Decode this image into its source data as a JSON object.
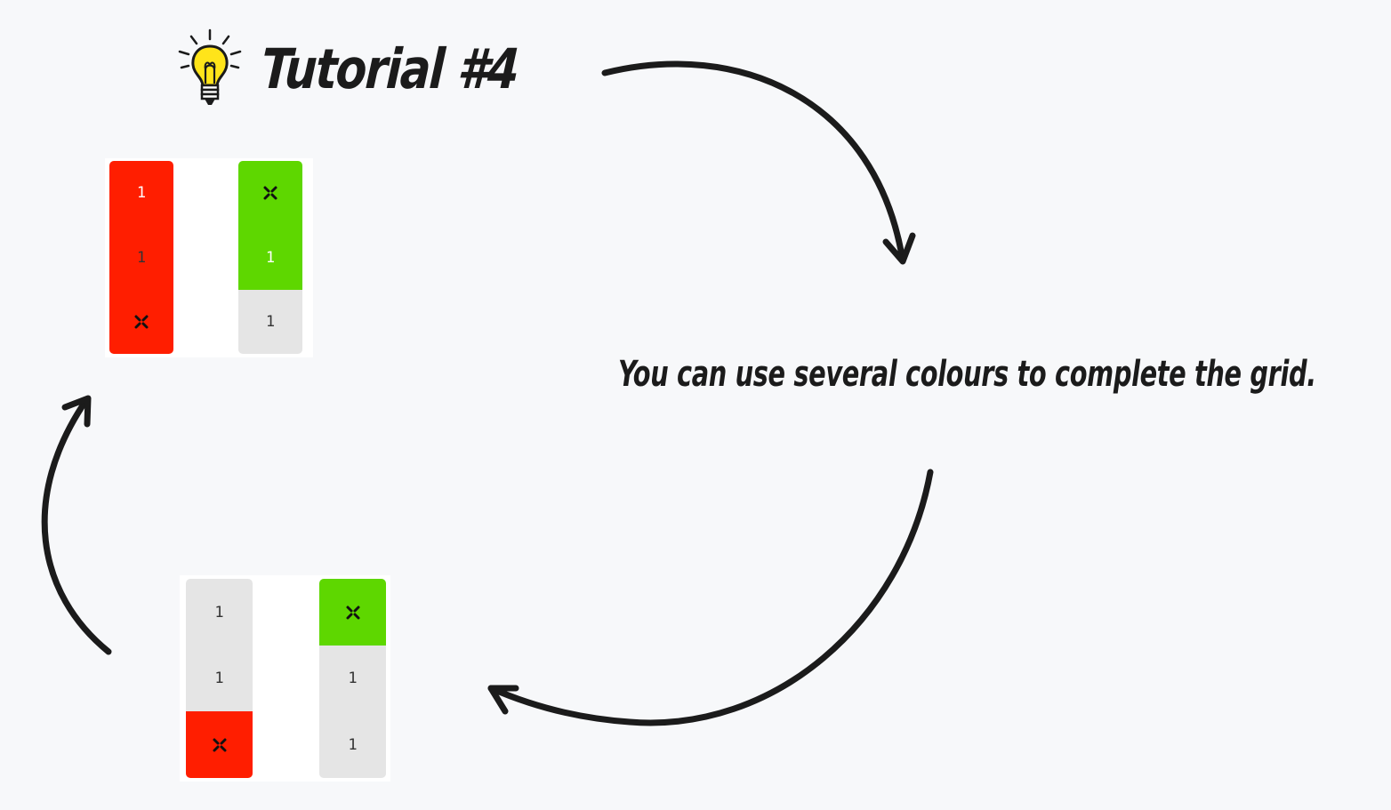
{
  "title": "Tutorial #4",
  "message": "You can use several colours to complete the grid.",
  "colors": {
    "red": "#ff1e00",
    "green": "#5ed700",
    "grey": "#e5e5e5",
    "background": "#f7f8fa",
    "ink": "#1b1b1b"
  },
  "icons": {
    "bulb": "lightbulb-icon",
    "cross": "cross-icon",
    "arrow": "curved-arrow"
  },
  "grids": [
    {
      "columns": [
        {
          "cells": [
            {
              "color": "red",
              "mark": "1"
            },
            {
              "color": "red",
              "mark": "1"
            },
            {
              "color": "red",
              "mark": "cross"
            }
          ]
        },
        {
          "cells": [
            {
              "color": "green",
              "mark": "cross"
            },
            {
              "color": "green",
              "mark": "1"
            },
            {
              "color": "grey",
              "mark": "1"
            }
          ]
        }
      ]
    },
    {
      "columns": [
        {
          "cells": [
            {
              "color": "grey",
              "mark": "1"
            },
            {
              "color": "grey",
              "mark": "1"
            },
            {
              "color": "red",
              "mark": "cross"
            }
          ]
        },
        {
          "cells": [
            {
              "color": "green",
              "mark": "cross"
            },
            {
              "color": "grey",
              "mark": "1"
            },
            {
              "color": "grey",
              "mark": "1"
            }
          ]
        }
      ]
    }
  ]
}
